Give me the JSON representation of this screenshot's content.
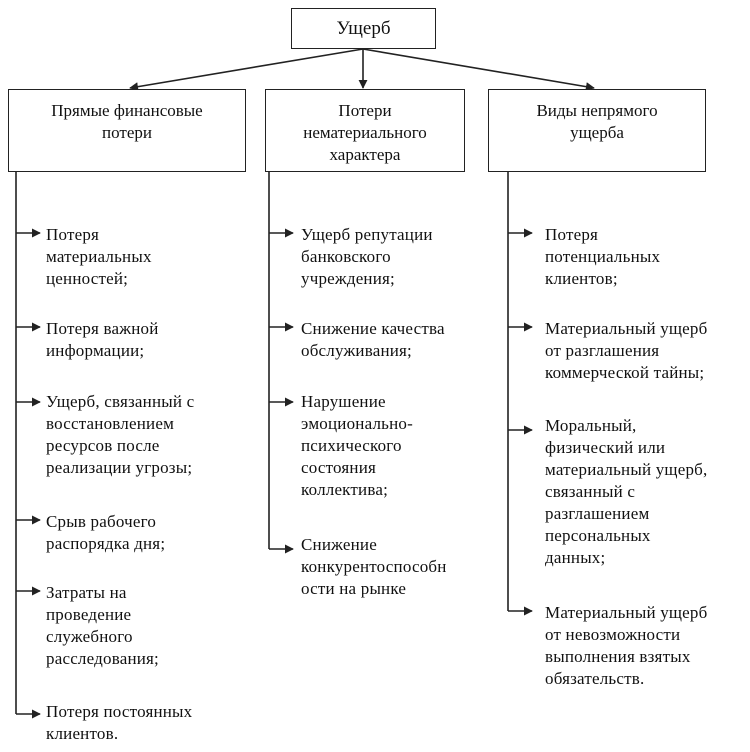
{
  "root": {
    "label": "Ущерб"
  },
  "categories": [
    {
      "label": "Прямые финансовые\nпотери",
      "items": [
        "Потеря\nматериальных\nценностей;",
        "Потеря важной\nинформации;",
        "Ущерб, связанный с\nвосстановлением\nресурсов после\nреализации угрозы;",
        "Срыв рабочего\nраспорядка дня;",
        "Затраты на\nпроведение\nслужебного\nрасследования;",
        "Потеря постоянных\nклиентов."
      ]
    },
    {
      "label": "Потери\nнематериального\nхарактера",
      "items": [
        "Ущерб репутации\nбанковского\nучреждения;",
        "Снижение качества\nобслуживания;",
        "Нарушение\nэмоционально-\nпсихического\nсостояния\nколлектива;",
        "Снижение\nконкурентоспособн\nости  на рынке"
      ]
    },
    {
      "label": "Виды непрямого\nущерба",
      "items": [
        "Потеря\nпотенциальных\nклиентов;",
        "Материальный ущерб\nот разглашения\nкоммерческой тайны;",
        "Моральный,\nфизический или\nматериальный ущерб,\nсвязанный с\nразглашением\nперсональных\nданных;",
        "Материальный ущерб\nот невозможности\nвыполнения взятых\nобязательств."
      ]
    }
  ]
}
